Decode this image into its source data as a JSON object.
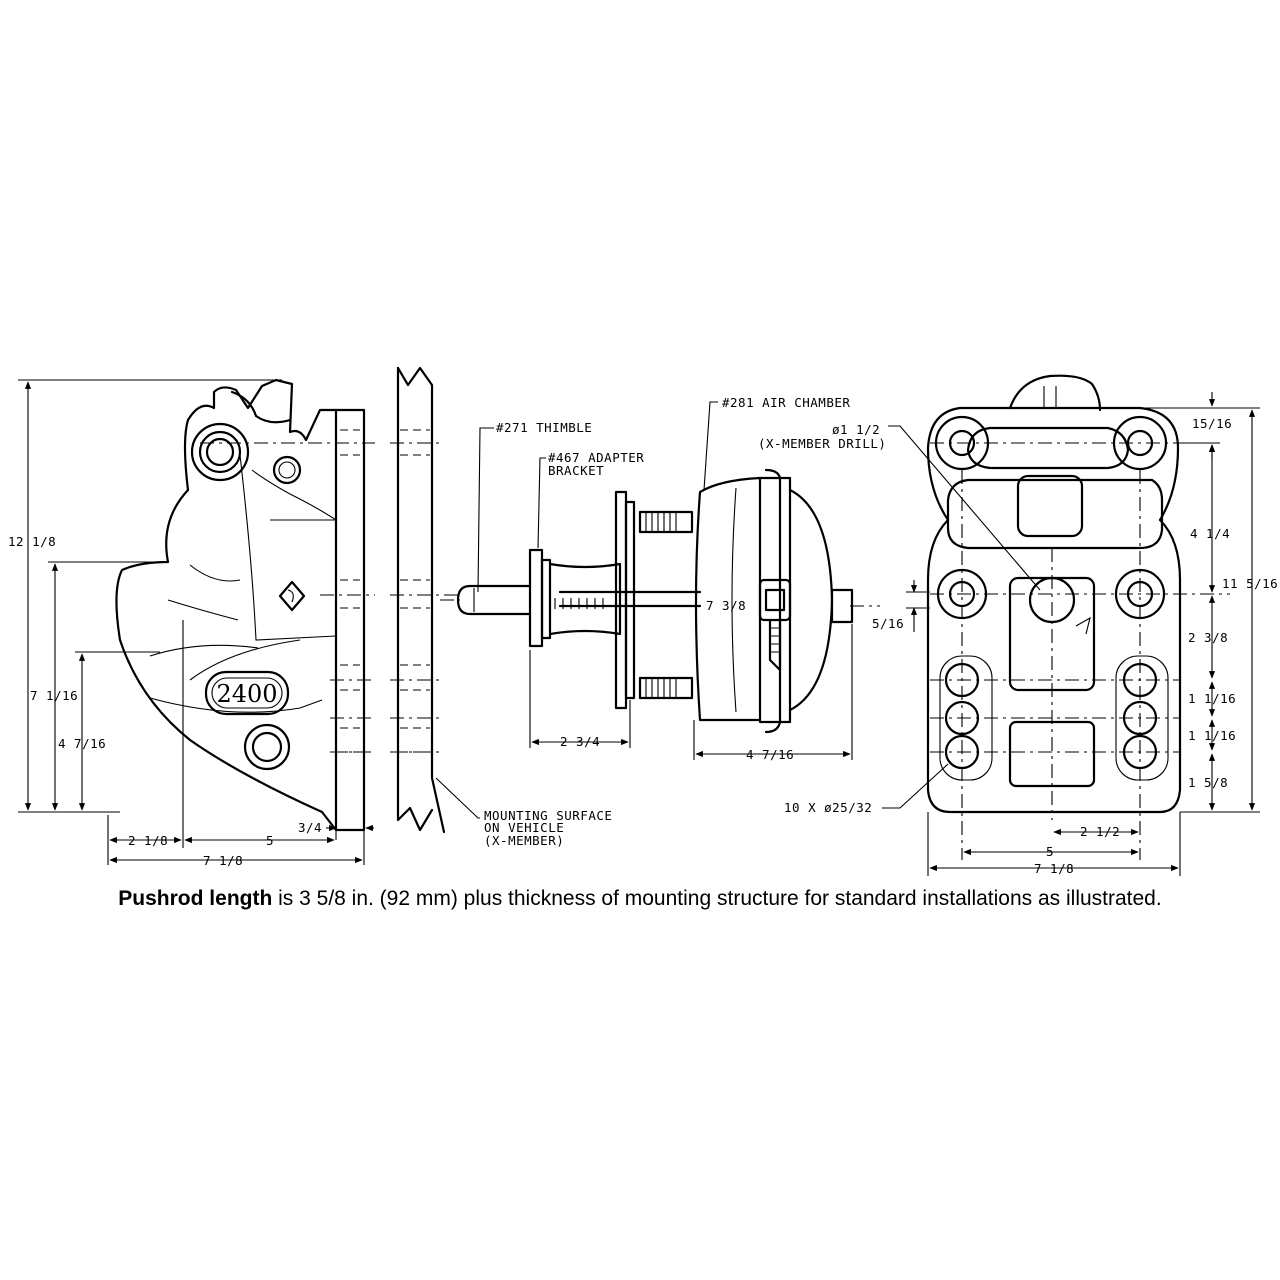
{
  "labels": {
    "thimble": "#271 THIMBLE",
    "adapter_1": "#467 ADAPTER",
    "adapter_2": "BRACKET",
    "air_chamber": "#281 AIR CHAMBER",
    "drill_1": "ø1 1/2",
    "drill_2": "(X-MEMBER DRILL)",
    "mounting_1": "MOUNTING SURFACE",
    "mounting_2": "ON VEHICLE",
    "mounting_3": "(X-MEMBER)",
    "holes": "10 X ø25/32",
    "model": "2400"
  },
  "dimensions": {
    "overall_height": "12 1/8",
    "height_7_1_16": "7 1/16",
    "height_4_7_16": "4 7/16",
    "width_2_1_8": "2 1/8",
    "width_5": "5",
    "width_3_4": "3/4",
    "width_7_1_8": "7 1/8",
    "bracket_2_3_4": "2 3/4",
    "chamber_4_7_16": "4 7/16",
    "chamber_7_3_8": "7 3/8",
    "offset_5_16": "5/16",
    "top_15_16": "15/16",
    "spacing_4_1_4": "4 1/4",
    "total_11_5_16": "11 5/16",
    "spacing_2_3_8": "2 3/8",
    "spacing_1_1_16_a": "1 1/16",
    "spacing_1_1_16_b": "1 1/16",
    "spacing_1_5_8": "1 5/8",
    "front_2_1_2": "2 1/2",
    "front_5": "5",
    "front_7_1_8": "7 1/8"
  },
  "caption": {
    "bold": "Pushrod length",
    "rest": " is 3 5/8 in. (92 mm) plus thickness of mounting structure for standard installations as illustrated."
  }
}
